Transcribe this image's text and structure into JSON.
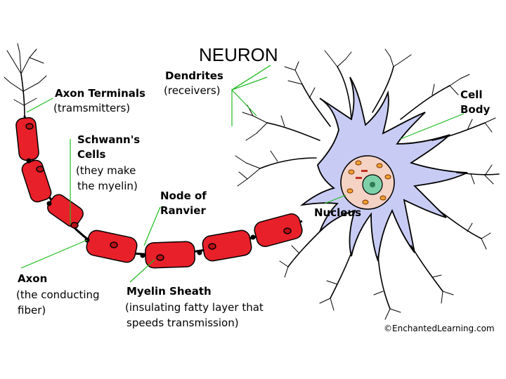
{
  "title": "NEURON",
  "labels": {
    "dendrites": {
      "main": "Dendrites",
      "sub": "(receivers)"
    },
    "axon_terminals": {
      "main": "Axon Terminals",
      "sub": "(tramsmitters)"
    },
    "cell_body": {
      "main1": "Cell",
      "main2": "Body"
    },
    "schwann": {
      "main1": "Schwann's",
      "main2": "Cells",
      "sub1": "(they make",
      "sub2": "the myelin)"
    },
    "node_of_ranvier": {
      "main1": "Node of",
      "main2": "Ranvier"
    },
    "nucleus": {
      "main": "Nucleus"
    },
    "axon": {
      "main": "Axon",
      "sub1": "(the conducting",
      "sub2": "fiber)"
    },
    "myelin_sheath": {
      "main": "Myelin Sheath",
      "sub1": "(insulating fatty layer that",
      "sub2": "speeds transmission)"
    }
  },
  "credit": "©EnchantedLearning.com",
  "colors": {
    "myelin": "#e8202a",
    "cell_body": "#c8ccf4",
    "nucleus": "#f4d2c4",
    "nucleolus": "#7ed0a8",
    "leader_lines": "#22bb22"
  }
}
